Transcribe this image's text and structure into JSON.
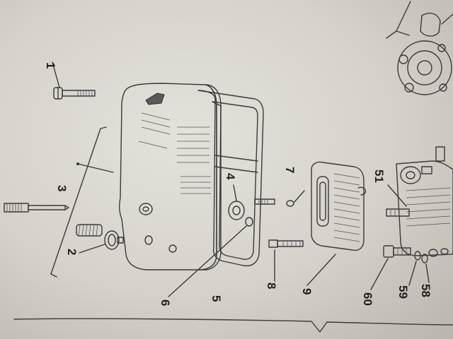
{
  "callouts": {
    "n1": "1",
    "n2": "2",
    "n3": "3",
    "n4": "4",
    "n5": "5",
    "n6": "6",
    "n7": "7",
    "n8": "8",
    "n9": "9",
    "n51": "51",
    "n58": "58",
    "n59": "59",
    "n60": "60"
  },
  "colors": {
    "paper": "#dcd8d1",
    "ink": "#3a3a3a"
  }
}
